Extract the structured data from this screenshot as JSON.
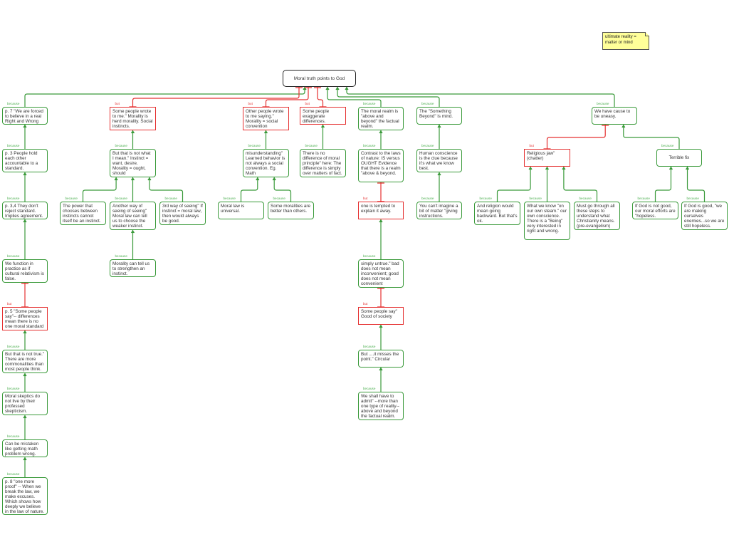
{
  "note": {
    "text": "ultimate reality = matter or mind"
  },
  "colors": {
    "support": "#3a9a3a",
    "objection": "#e53030"
  },
  "root": {
    "id": "root",
    "text": "Moral truth points to God"
  },
  "nodes": [
    {
      "id": "n1",
      "parent": "root",
      "rel": "because",
      "text": "p. 7 \"We are forced to believe in a real Right and Wrong"
    },
    {
      "id": "n2",
      "parent": "n1",
      "rel": "because",
      "text": "p. 3 People hold each other accountable to a standard."
    },
    {
      "id": "n3",
      "parent": "n2",
      "rel": "because",
      "text": "p. 3,4 They don't reject standard. Implies agreement."
    },
    {
      "id": "n4",
      "parent": "n3",
      "rel": "because",
      "text": "We function in practice as if cultural relativism is false."
    },
    {
      "id": "n5",
      "parent": "n4",
      "rel": "but",
      "text": "p. 5 \"Some people say\"-- differences mean there is no one moral standard"
    },
    {
      "id": "n6",
      "parent": "n5",
      "rel": "because",
      "text": "But that is not true.\" There are more commonalities than most people think."
    },
    {
      "id": "n7",
      "parent": "n6",
      "rel": "because",
      "text": "Moral skeptics do not live by their professed skepticism."
    },
    {
      "id": "n8",
      "parent": "n7",
      "rel": "because",
      "text": "Can be mistaken like getting math problem wrong."
    },
    {
      "id": "n9",
      "parent": "n8",
      "rel": "because",
      "text": "p. 8 \"one more proof\" -- When we break the law, we make excuses. Which shows how deeply we believe in the law of nature."
    },
    {
      "id": "a1",
      "parent": "root",
      "rel": "but",
      "text": "Some people wrote to me.\" Morality is herd morality. Social instincts."
    },
    {
      "id": "a2",
      "parent": "a1",
      "rel": "because",
      "text": "But that is not what I mean.\" Instinct = want, desire. Morality = ought, should"
    },
    {
      "id": "a3",
      "parent": "a2",
      "rel": "because",
      "text": "The power that chooses between instincts cannot itself be an instinct."
    },
    {
      "id": "a4",
      "parent": "a2",
      "rel": "because",
      "text": "Another way of seeing of seeing\" Moral law can tell us to choose the weaker instinct."
    },
    {
      "id": "a5",
      "parent": "a2",
      "rel": "because",
      "text": "3rd way of seeing\" If instinct = moral law, then would always be good."
    },
    {
      "id": "a6",
      "parent": "a4",
      "rel": "because",
      "text": "Morality can tell us to strengthen an instinct."
    },
    {
      "id": "b1",
      "parent": "root",
      "rel": "but",
      "text": "Other people wrote to me saying.\" Morality = social convention"
    },
    {
      "id": "b2",
      "parent": "b1",
      "rel": "because",
      "text": "misunderstanding\" Learned behavior is not always a social convention. Eg. Math"
    },
    {
      "id": "b3",
      "parent": "b2",
      "rel": "because",
      "text": "Moral law is universal."
    },
    {
      "id": "b4",
      "parent": "b2",
      "rel": "because",
      "text": "Some moralities are better than others."
    },
    {
      "id": "c1",
      "parent": "root",
      "rel": "but",
      "text": "Some people exaggerate differences."
    },
    {
      "id": "c2",
      "parent": "c1",
      "rel": "because",
      "text": "There is no difference of moral principle\" here: The difference is simply over matters of fact."
    },
    {
      "id": "d1",
      "parent": "root",
      "rel": "because",
      "text": "The moral realm is \"above and beyond\" the factual realm."
    },
    {
      "id": "d2",
      "parent": "d1",
      "rel": "because",
      "text": "Contrast to the laws of nature: IS versus OUGHT Evidence that there is a realm \"above & beyond."
    },
    {
      "id": "d3",
      "parent": "d2",
      "rel": "but",
      "text": "one is tempted to explain it away."
    },
    {
      "id": "d4",
      "parent": "d3",
      "rel": "because",
      "text": "simply untrue.\" bad does not mean inconvenient; good does not mean convenient"
    },
    {
      "id": "d5",
      "parent": "d4",
      "rel": "but",
      "text": "Some people say\" Good of society"
    },
    {
      "id": "d6",
      "parent": "d5",
      "rel": "because",
      "text": "But ....it misses the point.\" Circular"
    },
    {
      "id": "d7",
      "parent": "d6",
      "rel": "because",
      "text": "We shall have to admit\" --more than one type of reality-- above and beyond the factual realm."
    },
    {
      "id": "e1",
      "parent": "root",
      "rel": "because",
      "text": "The \"Something Beyond\" is mind."
    },
    {
      "id": "e2",
      "parent": "e1",
      "rel": "because",
      "text": "Human conscience is the clue because it's what we know best."
    },
    {
      "id": "e3",
      "parent": "e2",
      "rel": "because",
      "text": "You can't imagine a bit of matter \"giving instructions."
    },
    {
      "id": "f1",
      "parent": "root",
      "rel": "because",
      "text": "We have cause to be uneasy."
    },
    {
      "id": "f2",
      "parent": "f1",
      "rel": "but",
      "text": "Religious jaw\" (chatter)"
    },
    {
      "id": "f3",
      "parent": "f2",
      "rel": "because",
      "text": "And religion would mean going backward. But that's ok."
    },
    {
      "id": "f4",
      "parent": "f2",
      "rel": "because",
      "text": "What we know \"on our own steam.\" our own conscience. There is a \"Being\" very interested in right and wrong."
    },
    {
      "id": "f5",
      "parent": "f2",
      "rel": "because",
      "text": "Must go through all these steps to understand what Christianity means. (pre-evangelism)"
    },
    {
      "id": "g1",
      "parent": "f1",
      "rel": "because",
      "text": "Terrible fix"
    },
    {
      "id": "g2",
      "parent": "g1",
      "rel": "because",
      "text": "If God is not good, our moral efforts are \"hopeless."
    },
    {
      "id": "g3",
      "parent": "g1",
      "rel": "because",
      "text": "If God is good, \"we are making ourselves enemies...so we are still hopeless."
    }
  ]
}
